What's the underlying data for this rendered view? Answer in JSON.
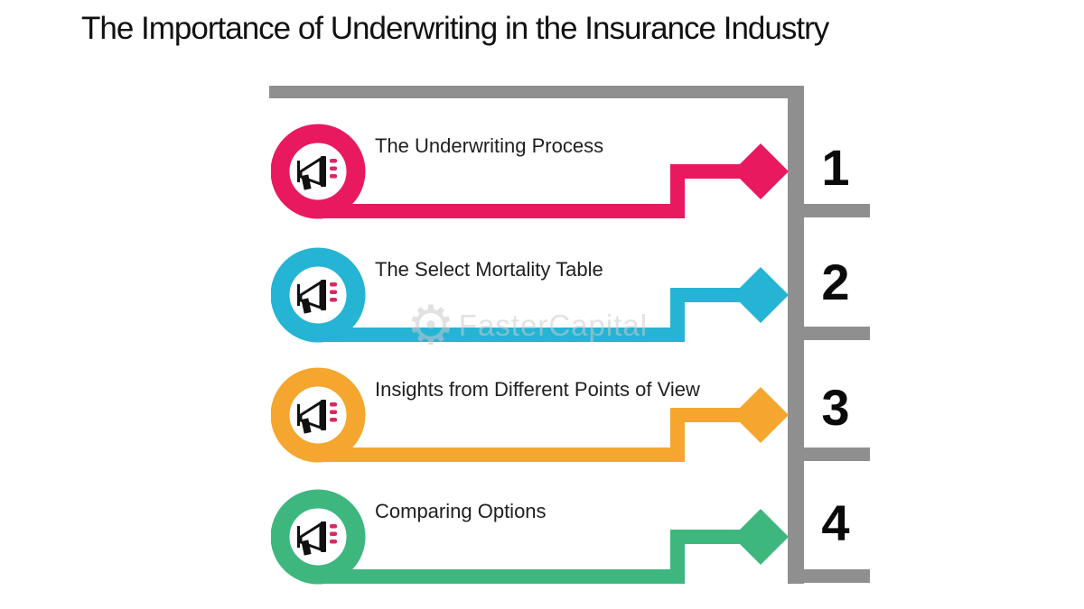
{
  "title": "The Importance of Underwriting in the Insurance Industry",
  "watermark": {
    "text": "FasterCapital",
    "icon": "gear-icon"
  },
  "colors": {
    "gray": "#8F8F8F",
    "number": "#0a0a0a",
    "text": "#1f1f1f",
    "title": "#111111",
    "dash": "#D62963"
  },
  "rows": [
    {
      "number": "1",
      "label": "The Underwriting Process",
      "color": "#E9195F",
      "icon": "megaphone-icon"
    },
    {
      "number": "2",
      "label": "The Select Mortality Table",
      "color": "#25B4D3",
      "icon": "megaphone-icon"
    },
    {
      "number": "3",
      "label": "Insights from Different Points of View",
      "color": "#F5A62E",
      "icon": "megaphone-icon"
    },
    {
      "number": "4",
      "label": "Comparing Options",
      "color": "#3EB77F",
      "icon": "megaphone-icon"
    }
  ]
}
